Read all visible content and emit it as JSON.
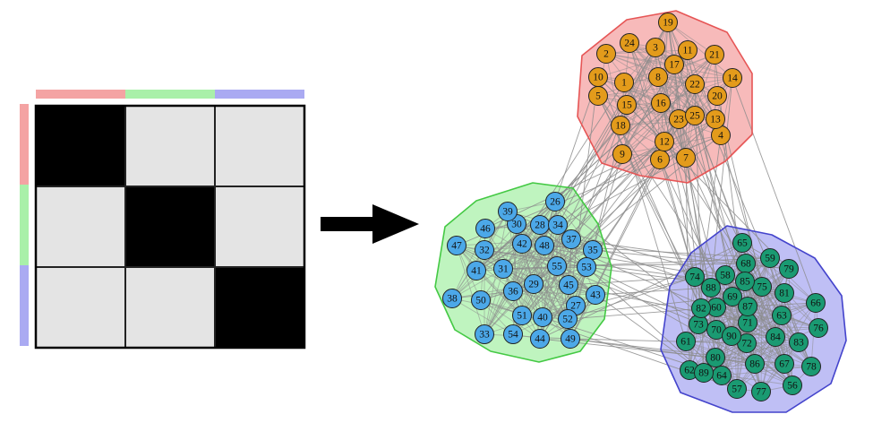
{
  "block_matrix": {
    "groups": [
      {
        "name": "red",
        "color": "#f4a3a3"
      },
      {
        "name": "green",
        "color": "#a9f0a9"
      },
      {
        "name": "blue",
        "color": "#aaaaf2"
      }
    ],
    "cells": [
      [
        1,
        0,
        0
      ],
      [
        0,
        1,
        0
      ],
      [
        0,
        0,
        1
      ]
    ],
    "on_color": "#000000",
    "off_color": "#e4e4e4"
  },
  "arrow_icon": "right-arrow-icon",
  "graph": {
    "communities": [
      {
        "name": "red",
        "hull_fill": "#f4a3a3",
        "hull_stroke": "#e65555",
        "node_color": "#e39b1b",
        "nodes": [
          "1",
          "2",
          "3",
          "4",
          "5",
          "6",
          "7",
          "8",
          "9",
          "10",
          "11",
          "12",
          "13",
          "14",
          "15",
          "16",
          "17",
          "18",
          "19",
          "20",
          "21",
          "22",
          "23",
          "24",
          "25"
        ]
      },
      {
        "name": "green",
        "hull_fill": "#a9f0a9",
        "hull_stroke": "#44c944",
        "node_color": "#4ca8e8",
        "nodes": [
          "26",
          "27",
          "28",
          "29",
          "30",
          "31",
          "32",
          "33",
          "34",
          "35",
          "36",
          "37",
          "38",
          "39",
          "40",
          "41",
          "42",
          "43",
          "44",
          "45",
          "46",
          "47",
          "48",
          "49",
          "50",
          "51",
          "52",
          "53",
          "54",
          "55"
        ]
      },
      {
        "name": "blue",
        "hull_fill": "#aaaaf2",
        "hull_stroke": "#4444cc",
        "node_color": "#1a9a72",
        "nodes": [
          "56",
          "57",
          "58",
          "59",
          "60",
          "61",
          "62",
          "63",
          "64",
          "65",
          "66",
          "67",
          "68",
          "69",
          "70",
          "71",
          "72",
          "73",
          "74",
          "75",
          "76",
          "77",
          "78",
          "79",
          "80",
          "81",
          "82",
          "83",
          "84",
          "85",
          "86",
          "87",
          "88",
          "89",
          "90"
        ]
      }
    ],
    "edge_color": "#8c8c8c"
  }
}
